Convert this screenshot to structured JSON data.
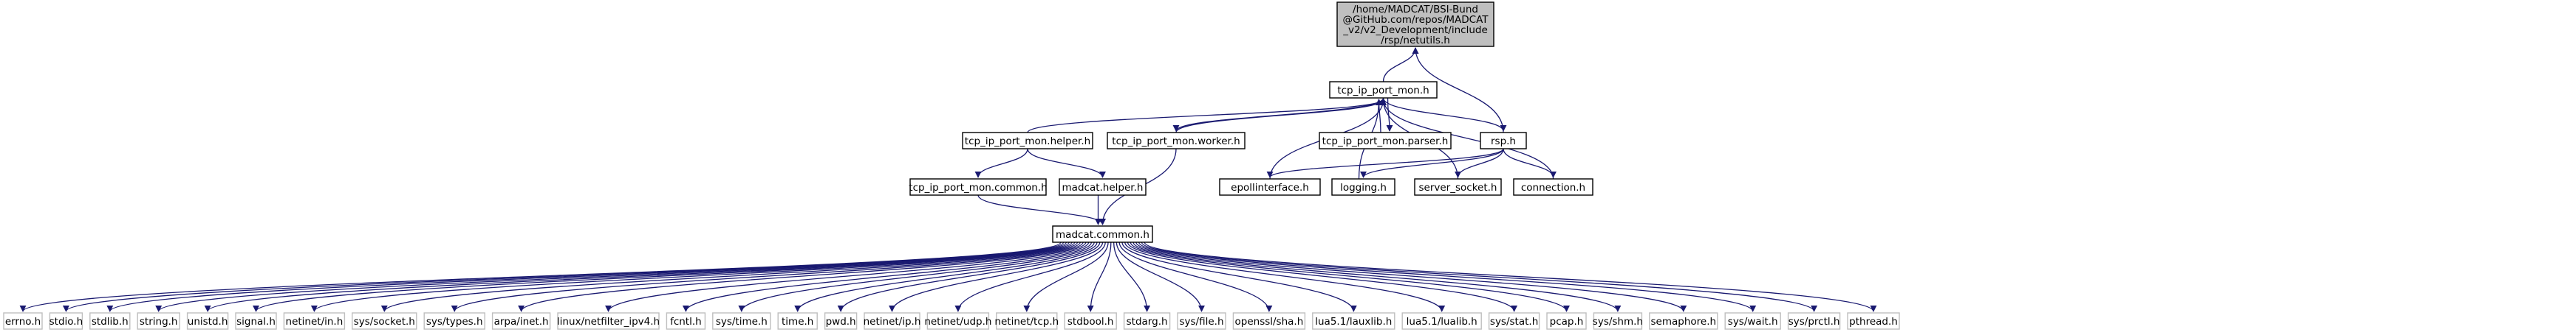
{
  "colors": {
    "edge": "#191970",
    "node_border_sys": "#bfbfbf",
    "node_border": "#000000",
    "node_fill": "#ffffff",
    "focus_fill": "#bfbfbf",
    "focus_border": "#000000"
  },
  "focus_node": {
    "lines": [
      "/home/MADCAT/BSI-Bund",
      "@GitHub.com/repos/MADCAT",
      "_v2/v2_Development/include",
      "/rsp/netutils.h"
    ]
  },
  "nodes": {
    "tcp_ip_port_mon_h": "tcp_ip_port_mon.h",
    "helper_h": "tcp_ip_port_mon.helper.h",
    "worker_h": "tcp_ip_port_mon.worker.h",
    "parser_h": "tcp_ip_port_mon.parser.h",
    "rsp_h": "rsp.h",
    "common_h": "tcp_ip_port_mon.common.h",
    "madcat_helper_h": "madcat.helper.h",
    "epollinterface_h": "epollinterface.h",
    "logging_h": "logging.h",
    "server_socket_h": "server_socket.h",
    "connection_h": "connection.h",
    "madcat_common_h": "madcat.common.h"
  },
  "system_headers": [
    "errno.h",
    "stdio.h",
    "stdlib.h",
    "string.h",
    "unistd.h",
    "signal.h",
    "netinet/in.h",
    "sys/socket.h",
    "sys/types.h",
    "arpa/inet.h",
    "linux/netfilter_ipv4.h",
    "fcntl.h",
    "sys/time.h",
    "time.h",
    "pwd.h",
    "netinet/ip.h",
    "netinet/udp.h",
    "netinet/tcp.h",
    "stdbool.h",
    "stdarg.h",
    "sys/file.h",
    "openssl/sha.h",
    "lua5.1/lauxlib.h",
    "lua5.1/lualib.h",
    "sys/stat.h",
    "pcap.h",
    "sys/shm.h",
    "semaphore.h",
    "sys/wait.h",
    "sys/prctl.h",
    "pthread.h"
  ],
  "edges": [
    [
      "tcp_ip_port_mon_h",
      "focus"
    ],
    [
      "rsp_h",
      "focus"
    ],
    [
      "helper_h",
      "tcp_ip_port_mon_h"
    ],
    [
      "worker_h",
      "tcp_ip_port_mon_h"
    ],
    [
      "tcp_ip_port_mon_h",
      "worker_h"
    ],
    [
      "parser_h",
      "tcp_ip_port_mon_h"
    ],
    [
      "tcp_ip_port_mon_h",
      "parser_h"
    ],
    [
      "tcp_ip_port_mon_h",
      "rsp_h"
    ],
    [
      "epollinterface_h",
      "tcp_ip_port_mon_h"
    ],
    [
      "logging_h",
      "tcp_ip_port_mon_h"
    ],
    [
      "server_socket_h",
      "tcp_ip_port_mon_h"
    ],
    [
      "connection_h",
      "tcp_ip_port_mon_h"
    ],
    [
      "helper_h",
      "common_h"
    ],
    [
      "helper_h",
      "madcat_helper_h"
    ],
    [
      "rsp_h",
      "epollinterface_h"
    ],
    [
      "rsp_h",
      "logging_h"
    ],
    [
      "rsp_h",
      "server_socket_h"
    ],
    [
      "rsp_h",
      "connection_h"
    ],
    [
      "common_h",
      "madcat_common_h"
    ],
    [
      "madcat_helper_h",
      "madcat_common_h"
    ],
    [
      "worker_h",
      "madcat_common_h"
    ]
  ]
}
